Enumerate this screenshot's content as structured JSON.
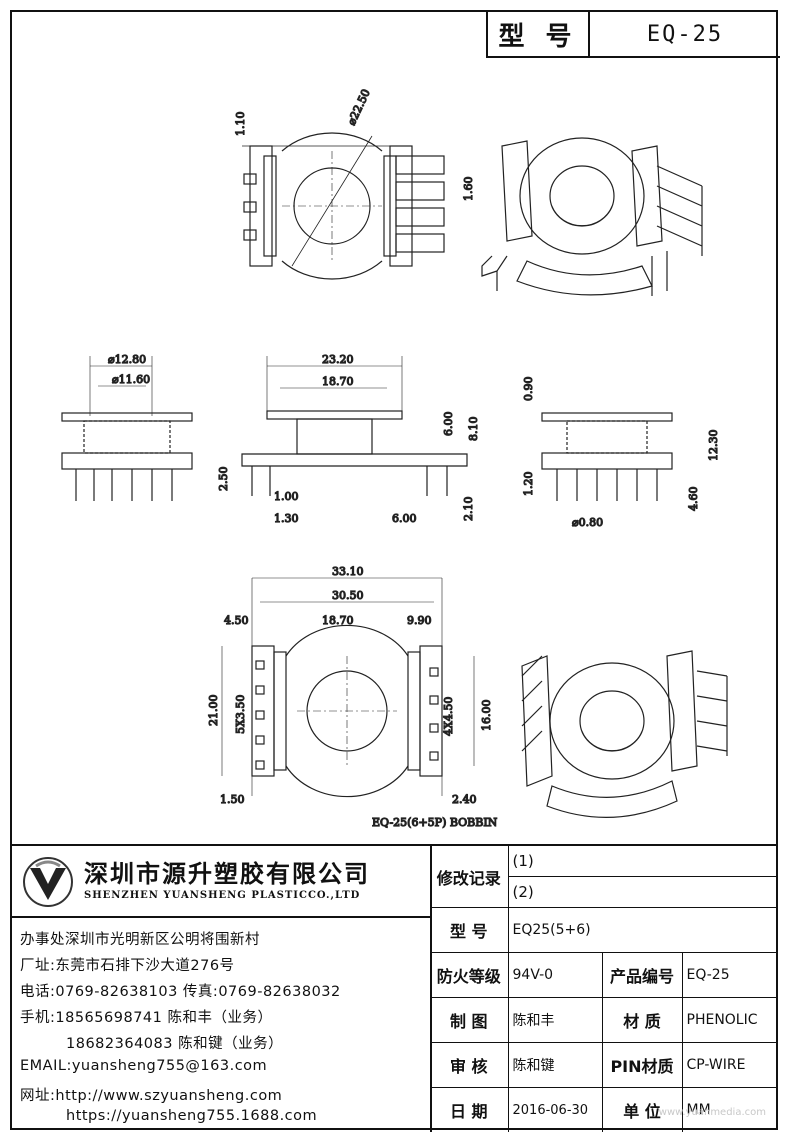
{
  "header": {
    "model_label": "型 号",
    "model_value": "EQ-25"
  },
  "drawing": {
    "caption": "EQ-25(6+5P) BOBBIN",
    "top_view": {
      "dim_diameter": "⌀22.50",
      "dim_left": "1.10",
      "dim_right": "1.60"
    },
    "side_left": {
      "dim_a": "⌀12.80",
      "dim_b": "⌀11.60"
    },
    "side_mid": {
      "dim_w1": "23.20",
      "dim_w2": "18.70",
      "dim_h1": "6.00",
      "dim_h2": "8.10",
      "dim_l1": "2.50",
      "dim_l2": "1.00",
      "dim_l3": "1.30",
      "dim_l4": "6.00",
      "dim_l5": "2.10"
    },
    "side_right": {
      "dim_top": "0.90",
      "dim_h": "12.30",
      "dim_l": "1.20",
      "dim_pin": "4.60",
      "dim_pd": "⌀0.80"
    },
    "bottom_view": {
      "dim_w1": "33.10",
      "dim_w2": "30.50",
      "dim_a": "4.50",
      "dim_b": "18.70",
      "dim_c": "9.90",
      "dim_h1": "21.00",
      "dim_h2": "16.00",
      "dim_p1": "5X3.50",
      "dim_p2": "4X4.50",
      "dim_l1": "1.50",
      "dim_l2": "2.40"
    }
  },
  "company": {
    "name_cn": "深圳市源升塑胶有限公司",
    "name_en": "SHENZHEN YUANSHENG PLASTICCO.,LTD",
    "office": "办事处深圳市光明新区公明将围新村",
    "factory": "厂址:东莞市石排下沙大道276号",
    "phone": "电话:0769-82638103 传真:0769-82638032",
    "mobile1": "手机:18565698741 陈和丰（业务）",
    "mobile2": "18682364083 陈和键（业务）",
    "email": "EMAIL:yuansheng755@163.com",
    "web1": "网址:http://www.szyuansheng.com",
    "web2": "https://yuansheng755.1688.com"
  },
  "spec": {
    "revision_label": "修改记录",
    "rev1": "(1)",
    "rev2": "(2)",
    "model_label": "型 号",
    "model_value": "EQ25(5+6)",
    "fire_label": "防火等级",
    "fire_value": "94V-0",
    "product_no_label": "产品编号",
    "product_no_value": "EQ-25",
    "drawn_label": "制 图",
    "drawn_value": "陈和丰",
    "material_label": "材 质",
    "material_value": "PHENOLIC",
    "review_label": "审 核",
    "review_value": "陈和键",
    "pin_label": "PIN材质",
    "pin_value": "CP-WIRE",
    "date_label": "日 期",
    "date_value": "2016-06-30",
    "unit_label": "单 位",
    "unit_value": "MM"
  },
  "watermark": "www.yuanmedia.com"
}
